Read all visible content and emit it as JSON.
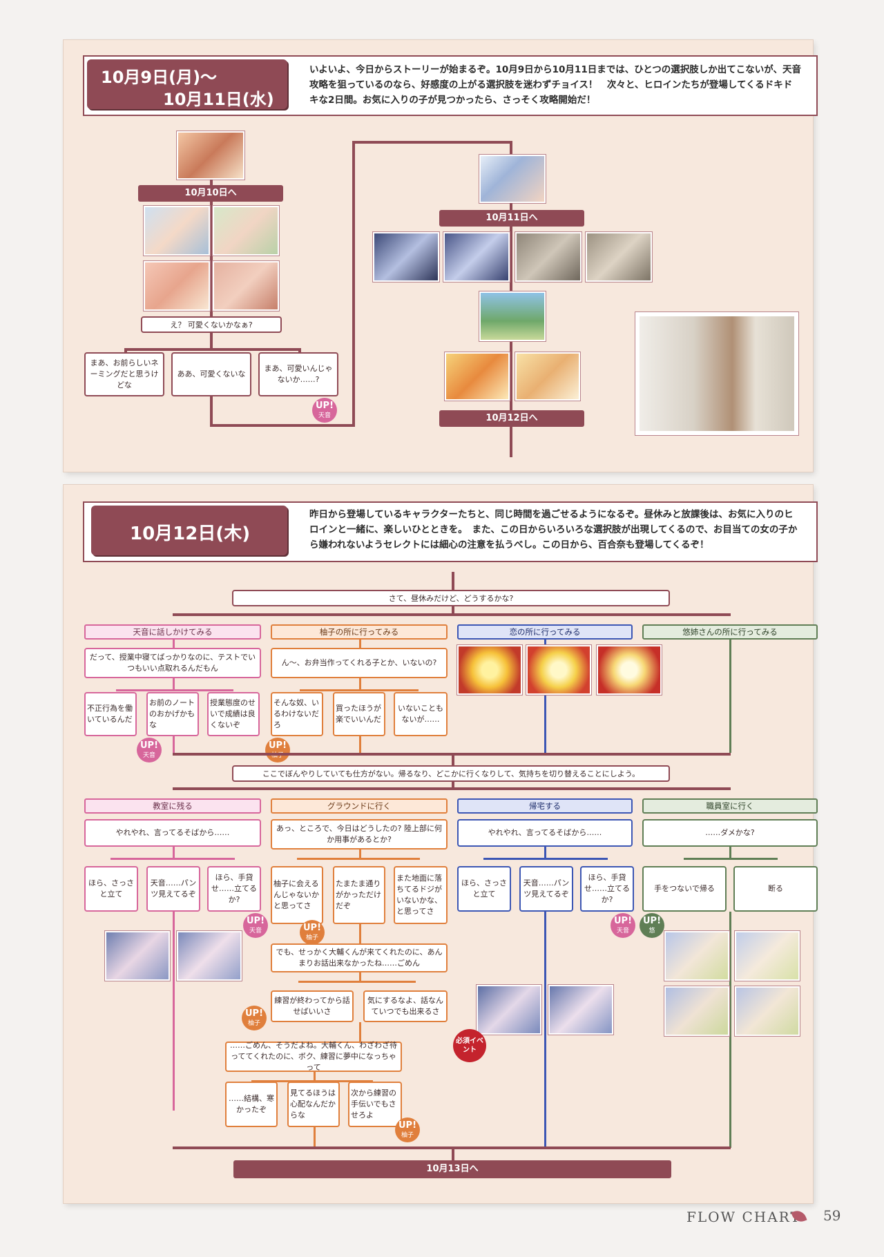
{
  "section1": {
    "date_line1": "10月9日(月)～",
    "date_line2": "10月11日(水)",
    "intro": "いよいよ、今日からストーリーが始まるぞ。10月9日から10月11日までは、ひとつの選択肢しか出てこないが、天音攻略を狙っているのなら、好感度の上がる選択肢を迷わずチョイス！　次々と、ヒロインたちが登場してくるドキドキな2日間。お気に入りの子が見つかったら、さっそく攻略開始だ！",
    "to_oct10": "10月10日へ",
    "question": "え？ 可愛くないかなぁ?",
    "choices": [
      "まあ、お前らしいネーミングだと思うけどな",
      "ああ、可愛くないな",
      "まあ、可愛いんじゃないか……?"
    ],
    "to_oct11": "10月11日へ",
    "to_oct12": "10月12日へ",
    "up_label": "UP!",
    "up_amane": "天音"
  },
  "section2": {
    "date": "10月12日(木)",
    "intro": "昨日から登場しているキャラクターたちと、同じ時間を過ごせるようになるぞ。昼休みと放課後は、お気に入りのヒロインと一緒に、楽しいひとときを。　また、この日からいろいろな選択肢が出現してくるので、お目当ての女の子から嫌われないようセレクトには細心の注意を払うべし。この日から、百合奈も登場してくるぞ！",
    "q_lunch": "さて、昼休みだけど、どうするかな?",
    "lunch_options": [
      "天音に話しかけてみる",
      "柚子の所に行ってみる",
      "恋の所に行ってみる",
      "悠姉さんの所に行ってみる"
    ],
    "amane_line": "だって、授業中寝てばっかりなのに、テストでいつもいい点取れるんだもん",
    "amane_choices": [
      "不正行為を働いているんだ",
      "お前のノートのおかげかもな",
      "授業態度のせいで成績は良くないぞ"
    ],
    "yuzu_line": "ん～、お弁当作ってくれる子とか、いないの?",
    "yuzu_choices": [
      "そんな奴、いるわけないだろ",
      "買ったほうが楽でいいんだ",
      "いないこともないが……"
    ],
    "q_after": "ここでぼんやりしていても仕方がない。帰るなり、どこかに行くなりして、気持ちを切り替えることにしよう。",
    "after_options": [
      "教室に残る",
      "グラウンドに行く",
      "帰宅する",
      "職員室に行く"
    ],
    "class_line": "やれやれ、言ってるそばから……",
    "class_choices": [
      "ほら、さっさと立て",
      "天音……パンツ見えてるぞ",
      "ほら、手貸せ……立てるか?"
    ],
    "ground_line": "あっ、ところで、今日はどうしたの? 陸上部に何か用事があるとか?",
    "ground_choices": [
      "柚子に会えるんじゃないかと思ってさ",
      "たまたま通りがかっただけだぞ",
      "また地面に落ちてるドジがいないかな、と思ってさ"
    ],
    "home_line": "やれやれ、言ってるそばから……",
    "home_choices": [
      "ほら、さっさと立て",
      "天音……パンツ見えてるぞ",
      "ほら、手貸せ……立てるか?"
    ],
    "staff_line": "……ダメかな?",
    "staff_choices": [
      "手をつないで帰る",
      "断る"
    ],
    "ground_line2": "でも、せっかく大輔くんが来てくれたのに、あんまりお話出来なかったね……ごめん",
    "ground_choices2": [
      "練習が終わってから話せばいいさ",
      "気にするなよ、話なんていつでも出来るさ"
    ],
    "ground_line3": "……ごめん、そうだよね。大輔くん、わざわざ待っててくれたのに、ボク、練習に夢中になっちゃって",
    "ground_choices3": [
      "……結構、寒かったぞ",
      "見てるほうは心配なんだからな",
      "次から練習の手伝いでもさせろよ"
    ],
    "must_event": "必須イベント",
    "to_oct13": "10月13日へ",
    "up_label": "UP!",
    "up_amane": "天音",
    "up_yuzu": "柚子",
    "up_yu": "悠"
  },
  "footer": {
    "label": "FLOW CHART",
    "page": "59"
  },
  "colors": {
    "maroon": "#8f4a55",
    "pink": "#d7669b",
    "orange": "#e07f3c",
    "blue": "#3c56b4",
    "green": "#5f7e55"
  }
}
